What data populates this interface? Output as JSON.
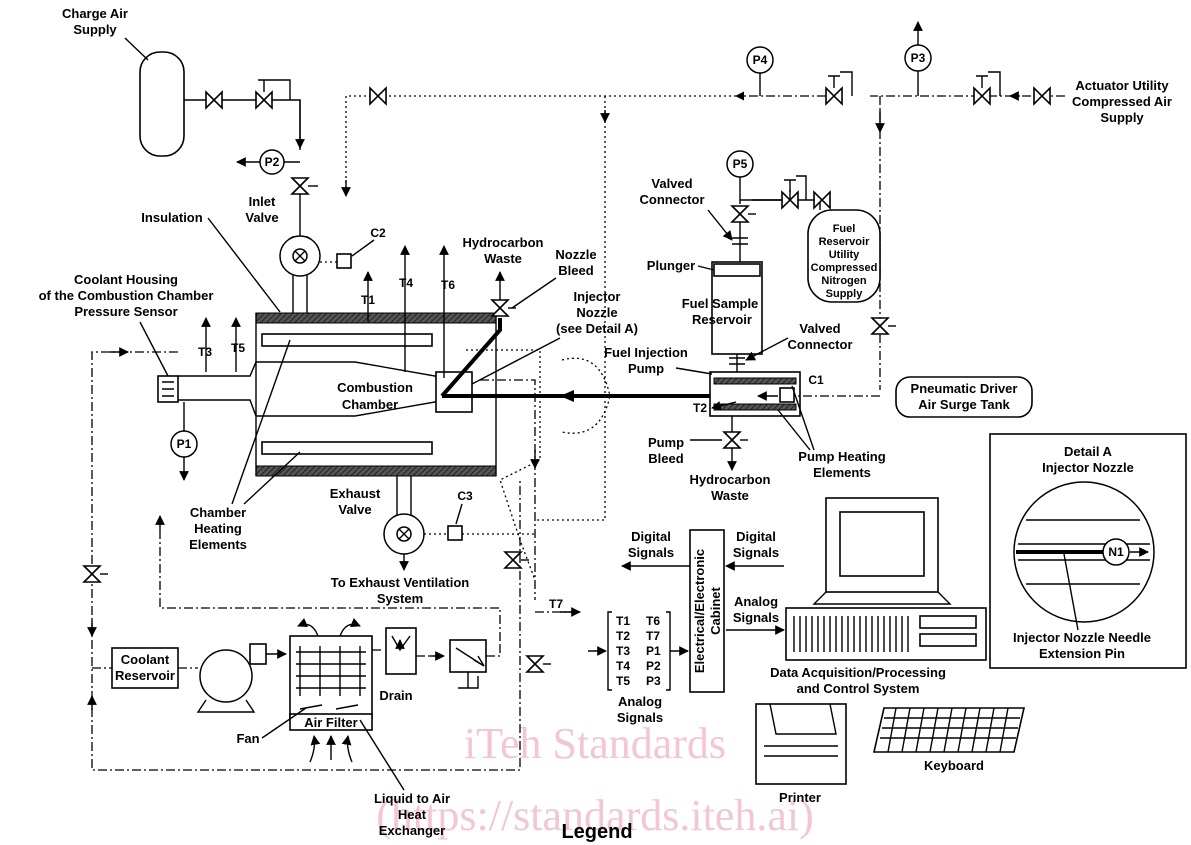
{
  "labels": {
    "charge_air_supply": [
      "Charge Air",
      "Supply"
    ],
    "actuator_utility": [
      "Actuator Utility",
      "Compressed Air",
      "Supply"
    ],
    "insulation": "Insulation",
    "inlet_valve": [
      "Inlet",
      "Valve"
    ],
    "coolant_housing": [
      "Coolant Housing",
      "of the Combustion Chamber",
      "Pressure Sensor"
    ],
    "hydrocarbon_waste_top": [
      "Hydrocarbon",
      "Waste"
    ],
    "nozzle_bleed": [
      "Nozzle",
      "Bleed"
    ],
    "injector_nozzle": [
      "Injector",
      "Nozzle",
      "(see Detail A)"
    ],
    "valved_connector_top": [
      "Valved",
      "Connector"
    ],
    "plunger": "Plunger",
    "fuel_reservoir": [
      "Fuel",
      "Reservoir",
      "Utility",
      "Compressed",
      "Nitrogen",
      "Supply"
    ],
    "fuel_sample_reservoir": [
      "Fuel Sample",
      "Reservoir"
    ],
    "valved_connector_bottom": [
      "Valved",
      "Connector"
    ],
    "fuel_injection_pump": [
      "Fuel Injection",
      "Pump"
    ],
    "pneumatic_driver": [
      "Pneumatic Driver",
      "Air Surge Tank"
    ],
    "combustion_chamber": [
      "Combustion",
      "Chamber"
    ],
    "pump_bleed": [
      "Pump",
      "Bleed"
    ],
    "hydrocarbon_waste_bottom": [
      "Hydrocarbon",
      "Waste"
    ],
    "pump_heating": [
      "Pump Heating",
      "Elements"
    ],
    "chamber_heating": [
      "Chamber",
      "Heating",
      "Elements"
    ],
    "exhaust_valve": [
      "Exhaust",
      "Valve"
    ],
    "to_exhaust": [
      "To Exhaust Ventilation",
      "System"
    ],
    "digital_signals_out": [
      "Digital",
      "Signals"
    ],
    "digital_signals_in": [
      "Digital",
      "Signals"
    ],
    "analog_signals_in": [
      "Analog",
      "Signals"
    ],
    "analog_signals_bottom": [
      "Analog",
      "Signals"
    ],
    "cabinet": [
      "Electrical/Electronic",
      "Cabinet"
    ],
    "daq": [
      "Data Acquisition/Processing",
      "and Control System"
    ],
    "keyboard": "Keyboard",
    "printer": "Printer",
    "coolant_reservoir": [
      "Coolant",
      "Reservoir"
    ],
    "drain": "Drain",
    "fan": "Fan",
    "air_filter": "Air Filter",
    "heat_exchanger": [
      "Liquid to Air",
      "Heat",
      "Exchanger"
    ],
    "detail_a": [
      "Detail A",
      "Injector Nozzle"
    ],
    "needle_pin": [
      "Injector Nozzle Needle",
      "Extension Pin"
    ],
    "legend": "Legend"
  },
  "instruments": {
    "pressure": [
      "P1",
      "P2",
      "P3",
      "P4",
      "P5"
    ],
    "controls": [
      "C1",
      "C2",
      "C3"
    ],
    "temperatures": [
      "T1",
      "T2",
      "T3",
      "T4",
      "T5",
      "T6",
      "T7"
    ],
    "needle": "N1"
  },
  "signal_list": [
    [
      "T1",
      "T6"
    ],
    [
      "T2",
      "T7"
    ],
    [
      "T3",
      "P1"
    ],
    [
      "T4",
      "P2"
    ],
    [
      "T5",
      "P3"
    ]
  ],
  "watermark": [
    "iTeh Standards",
    "(https://standards.iteh.ai)"
  ],
  "colors": {
    "ink": "#000000",
    "watermark": "#f2c7d3"
  }
}
